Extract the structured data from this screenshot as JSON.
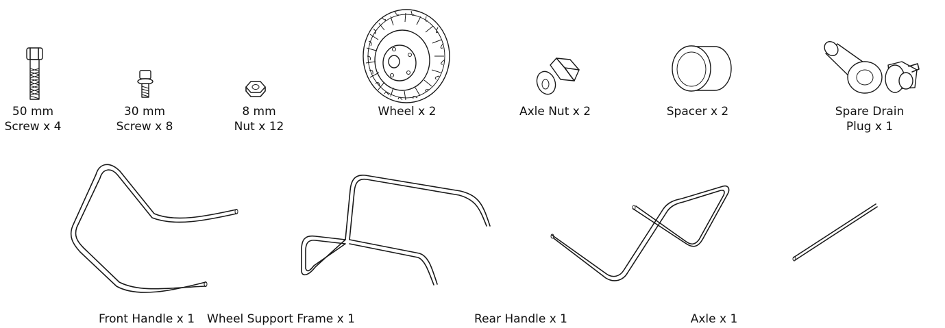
{
  "parts": {
    "screw50": {
      "line1": "50 mm",
      "line2": "Screw x 4"
    },
    "screw30": {
      "line1": "30 mm",
      "line2": "Screw x 8"
    },
    "nut8": {
      "line1": "8 mm",
      "line2": "Nut x 12"
    },
    "wheel": {
      "label": "Wheel x 2"
    },
    "axle_nut": {
      "label": "Axle Nut x 2"
    },
    "spacer": {
      "label": "Spacer x 2"
    },
    "drain_plug": {
      "line1": "Spare Drain",
      "line2": "Plug x 1"
    },
    "front_handle": {
      "label": "Front Handle x 1"
    },
    "wheel_support_frame": {
      "label": "Wheel Support Frame x 1"
    },
    "rear_handle": {
      "label": "Rear Handle x 1"
    },
    "axle": {
      "label": "Axle x 1"
    }
  }
}
